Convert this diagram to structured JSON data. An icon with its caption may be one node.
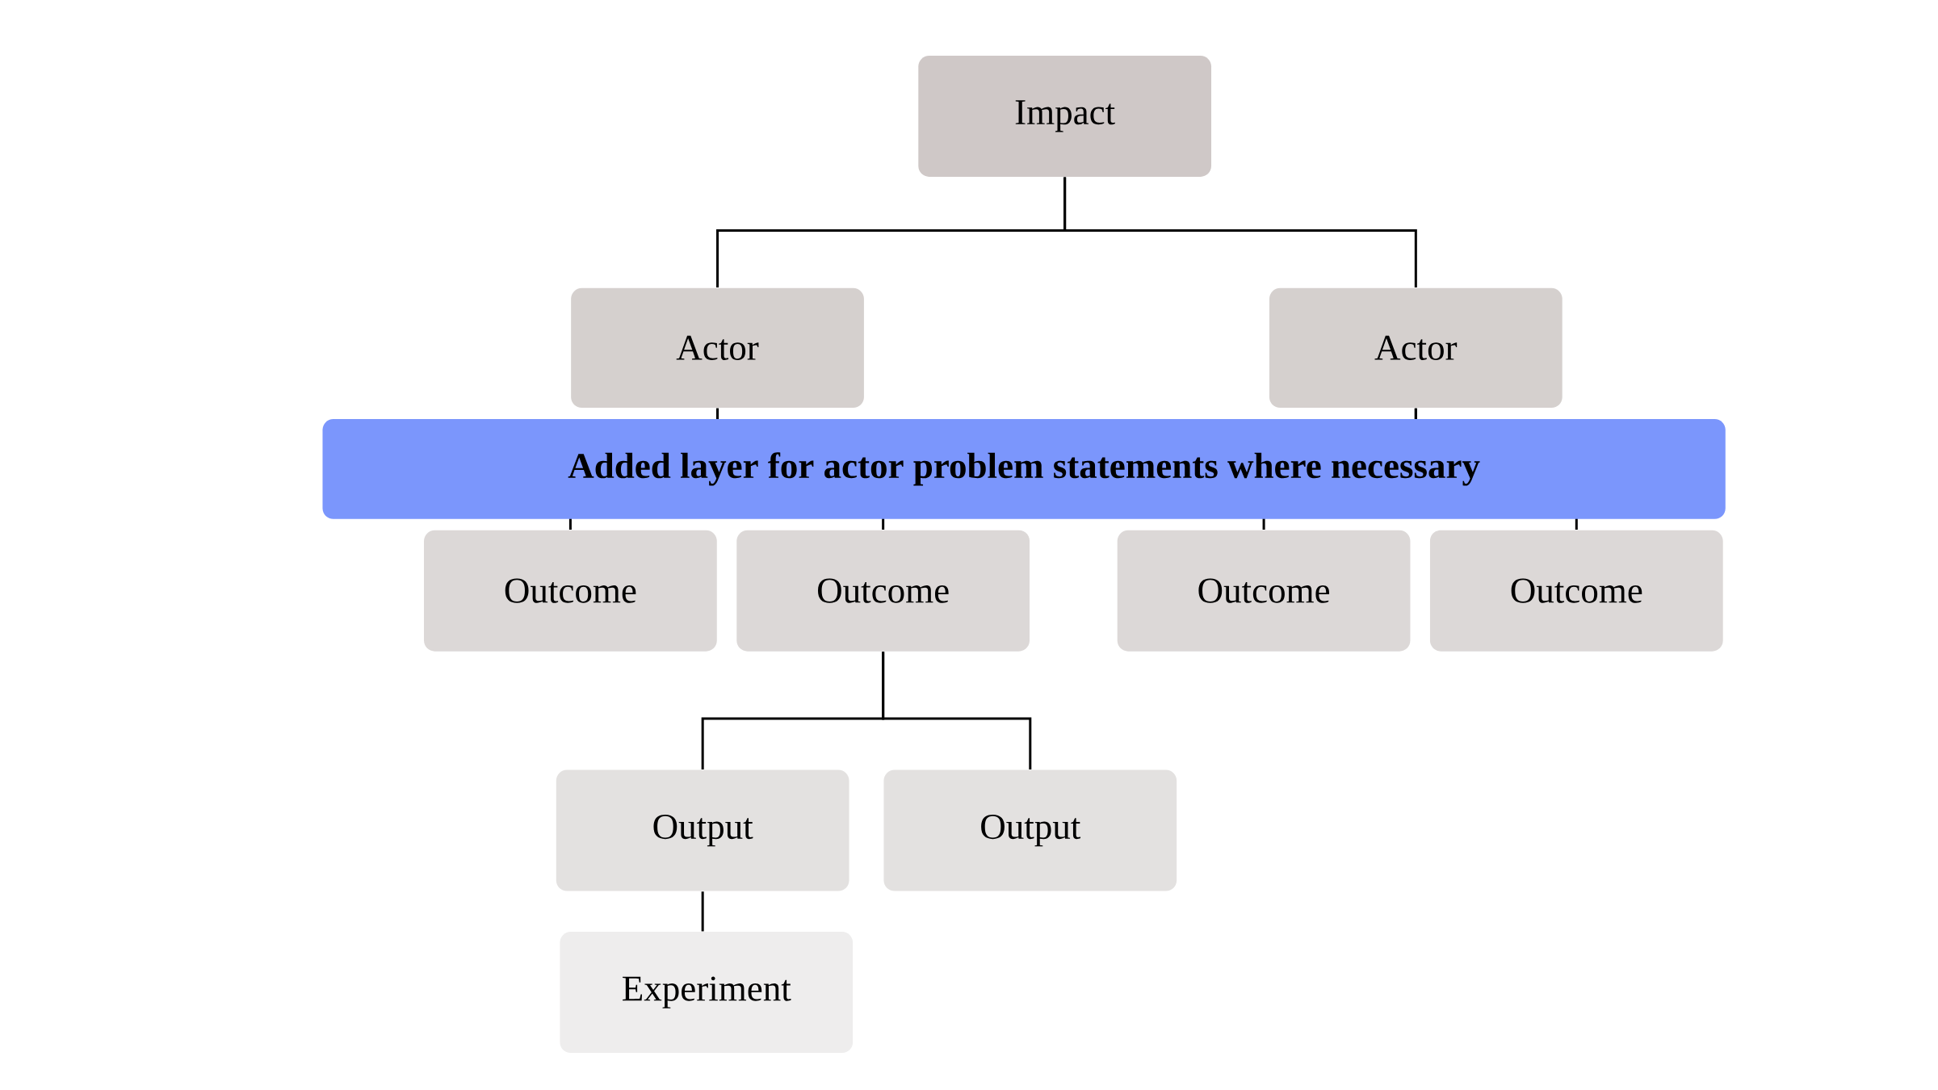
{
  "diagram": {
    "nodes": [
      {
        "text": [
          "Impact"
        ]
      },
      {
        "text": [
          "Actor"
        ]
      },
      {
        "text": [
          "Actor"
        ]
      },
      {
        "text": [
          "Outcome"
        ]
      },
      {
        "text": [
          "Outcome"
        ]
      },
      {
        "text": [
          "Outcome"
        ]
      },
      {
        "text": [
          "Outcome"
        ]
      },
      {
        "text": [
          "Output"
        ]
      },
      {
        "text": [
          "Output"
        ]
      },
      {
        "text": [
          "Experiment"
        ]
      }
    ],
    "edges": [
      {
        "from": 0,
        "to": 1,
        "arrow": "none"
      },
      {
        "from": 0,
        "to": 2,
        "arrow": "none"
      },
      {
        "from": 1,
        "to": 3,
        "arrow": "none"
      },
      {
        "from": 1,
        "to": 4,
        "arrow": "none"
      },
      {
        "from": 2,
        "to": 5,
        "arrow": "none"
      },
      {
        "from": 2,
        "to": 6,
        "arrow": "none"
      },
      {
        "from": 4,
        "to": 7,
        "arrow": "none"
      },
      {
        "from": 4,
        "to": 8,
        "arrow": "none"
      },
      {
        "from": 7,
        "to": 9,
        "arrow": "none"
      }
    ],
    "labels": [
      "Added layer for actor problem statements where necessary"
    ]
  }
}
